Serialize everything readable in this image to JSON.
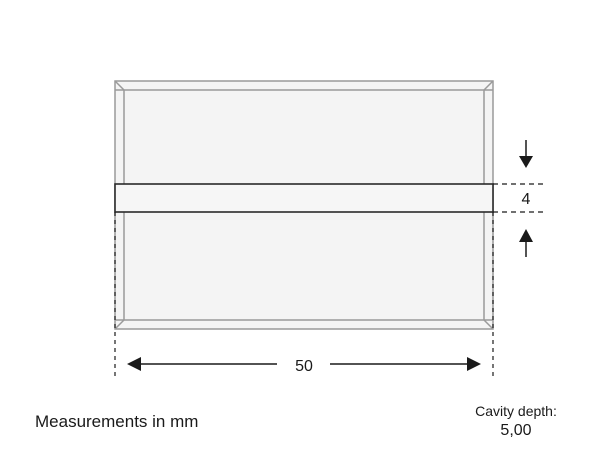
{
  "diagram": {
    "width_dimension": "50",
    "slot_dimension": "4",
    "units_caption": "Measurements in mm",
    "cavity_depth_label": "Cavity depth:",
    "cavity_depth_value": "5,00"
  },
  "colors": {
    "panel_fill": "#f4f4f4",
    "panel_stroke": "#9a9a9a",
    "slot_stroke": "#2a2a2a",
    "dimension_line": "#1a1a1a"
  }
}
